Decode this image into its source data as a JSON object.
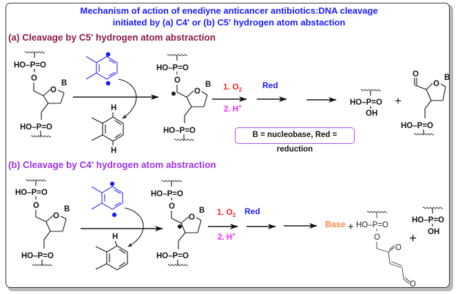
{
  "title": {
    "line1": "Mechanism of action of enediyne anticancer antibiotics:DNA cleavage",
    "line2": "initiated by (a) C4' or (b) C5' hydrogen atom abstaction"
  },
  "colors": {
    "title": "#1a1aff",
    "section_a": "#8b1a4a",
    "section_b": "#9b30e8",
    "step1": "#ff2020",
    "step2": "#ff20ff",
    "red_reagent": "#1a1aff",
    "base": "#ff8c50",
    "diradical": "#2a2ae8",
    "note_border": "#a64dff"
  },
  "section_a": {
    "heading": "(a) Cleavage by C5' hydrogen atom abstraction",
    "reactant": {
      "phosphate_top": "HO–P=O",
      "ester_o": "O",
      "ring_o": "O",
      "base": "B",
      "phosphate_bottom": "HO–P=O"
    },
    "abstractor_product_h_top": "H",
    "abstractor_product_h_bottom": "H",
    "intermediate": {
      "phosphate_top": "HO–P=O",
      "ester_o": "O",
      "ring_o": "O",
      "base": "B",
      "phosphate_bottom": "HO–P=O"
    },
    "step1": "1. O",
    "step1_sub": "2",
    "step2": "2. H",
    "step2_sup": "+",
    "reagent": "Red",
    "product1": {
      "phosphate": "HO–P=O",
      "oh": "OH"
    },
    "plus": "+",
    "product2": {
      "aldehyde_o": "O",
      "ring_o": "O",
      "base": "B",
      "phosphate": "HO–P=O"
    },
    "note": "B = nucleobase, Red = reduction"
  },
  "section_b": {
    "heading": "(b) Cleavage by C4' hydrogen atom abstraction",
    "reactant": {
      "phosphate_top": "HO–P=O",
      "ester_o": "O",
      "ring_o": "O",
      "base": "B",
      "phosphate_bottom": "HO–P=O"
    },
    "abstractor_product_h": "H",
    "intermediate": {
      "phosphate_top": "HO–P=O",
      "ester_o": "O",
      "ring_o": "O",
      "base": "B",
      "phosphate_bottom": "HO–P=O"
    },
    "step1": "1. O",
    "step1_sub": "2",
    "step2": "2. H",
    "step2_sup": "+",
    "reagent": "Red",
    "base_product": "Base",
    "plus1": "+",
    "product2": {
      "phosphate": "HO–P=O",
      "ester_o": "O",
      "ketone_o": "O",
      "aldehyde_o": "O"
    },
    "plus2": "+",
    "product3": {
      "phosphate": "HO–P=O",
      "oh": "OH"
    }
  }
}
